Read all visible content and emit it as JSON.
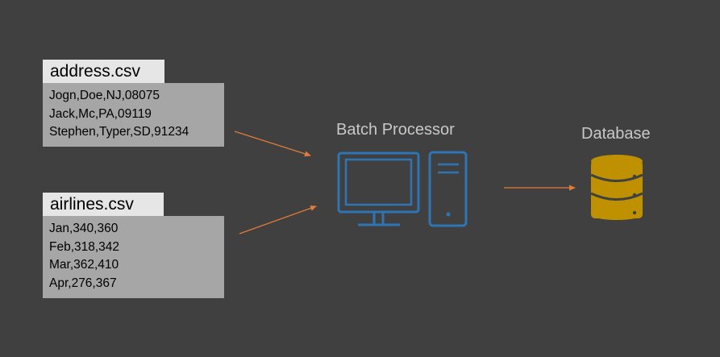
{
  "files": [
    {
      "name": "address.csv",
      "rows": [
        "Jogn,Doe,NJ,08075",
        "Jack,Mc,PA,09119",
        "Stephen,Typer,SD,91234"
      ]
    },
    {
      "name": "airlines.csv",
      "rows": [
        "Jan,340,360",
        "Feb,318,342",
        "Mar,362,410",
        "Apr,276,367"
      ]
    }
  ],
  "processor": {
    "label": "Batch Processor",
    "icon": "desktop-computer-icon"
  },
  "database": {
    "label": "Database",
    "icon": "database-icon"
  },
  "colors": {
    "background": "#404040",
    "file_tab": "#e6e6e6",
    "file_body": "#a6a6a6",
    "arrow": "#e07b39",
    "computer": "#2e75b6",
    "database": "#bf9000",
    "label": "#c8c8c8"
  }
}
